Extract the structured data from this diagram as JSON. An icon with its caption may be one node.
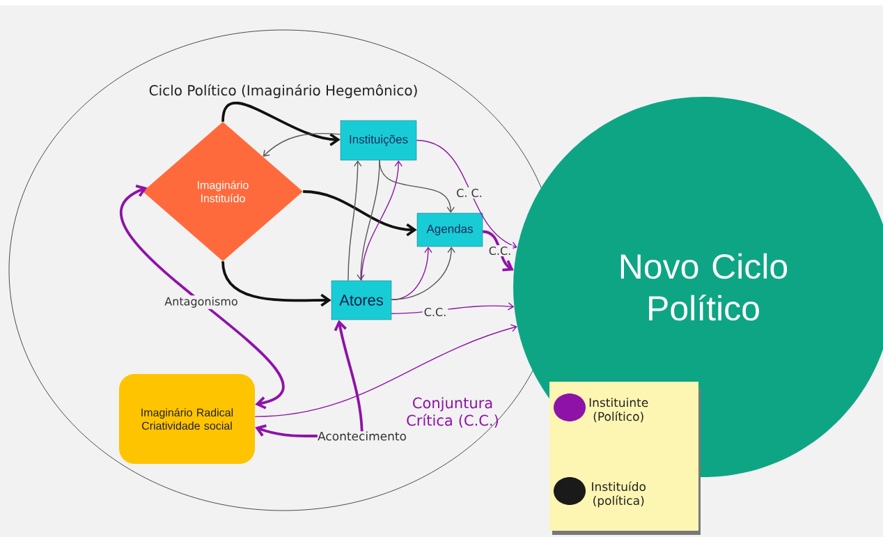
{
  "diagram": {
    "nodes": [
      {
        "text": [
          "Ciclo Político (Imaginário Hegemônico)"
        ]
      },
      {
        "text": [
          "Imaginário Instituído"
        ],
        "in": 0
      },
      {
        "text": [
          "Instituições"
        ],
        "in": 0
      },
      {
        "text": [
          "Agendas"
        ],
        "in": 0
      },
      {
        "text": [
          "Atores"
        ],
        "in": 0
      },
      {
        "text": [
          "Imaginário Radical Criatividade social"
        ],
        "in": 0
      },
      {
        "text": [
          "Novo Ciclo Político"
        ]
      },
      {
        "text": [
          "Acontecimento"
        ],
        "in": 0
      }
    ],
    "edges": [
      {
        "from": 1,
        "to": 2,
        "arrow": "to",
        "style": "thick",
        "color": "#111111"
      },
      {
        "from": 1,
        "to": 3,
        "arrow": "to",
        "style": "thick",
        "color": "#111111"
      },
      {
        "from": 1,
        "to": 4,
        "arrow": "to",
        "style": "thick",
        "color": "#111111"
      },
      {
        "from": 2,
        "to": 1,
        "arrow": "to",
        "color": "#555555"
      },
      {
        "from": 4,
        "to": 2,
        "arrow": "to",
        "color": "#555555"
      },
      {
        "from": 2,
        "to": 4,
        "arrow": "to",
        "color": "#555555"
      },
      {
        "from": 2,
        "to": 3,
        "arrow": "to",
        "color": "#555555"
      },
      {
        "from": 4,
        "to": 2,
        "arrow": "to"
      },
      {
        "from": 4,
        "to": 3,
        "arrow": "to"
      },
      {
        "from": 4,
        "to": 3,
        "arrow": "to",
        "color": "#555555"
      },
      {
        "from": 2,
        "to": 6,
        "arrow": "to",
        "label": "C. C."
      },
      {
        "from": 3,
        "to": 6,
        "arrow": "to",
        "label": "C.C.",
        "style": "thick"
      },
      {
        "from": 4,
        "to": 6,
        "arrow": "to",
        "label": "C.C."
      },
      {
        "from": 5,
        "to": 6,
        "arrow": "to"
      },
      {
        "from": 7,
        "to": 4,
        "arrow": "to",
        "style": "thick"
      },
      {
        "from": 7,
        "to": 5,
        "arrow": "to",
        "style": "thick"
      },
      {
        "from": 1,
        "to": 5,
        "arrow": "both",
        "label": "Antagonismo",
        "style": "thick"
      }
    ],
    "labels": [
      "Conjuntura Crítica (C.C.)"
    ],
    "legend": [
      {
        "text": "Instituinte (Político)",
        "color": "#8e12a8"
      },
      {
        "text": "Instituído (política)",
        "color": "#1a1a1a"
      }
    ]
  }
}
